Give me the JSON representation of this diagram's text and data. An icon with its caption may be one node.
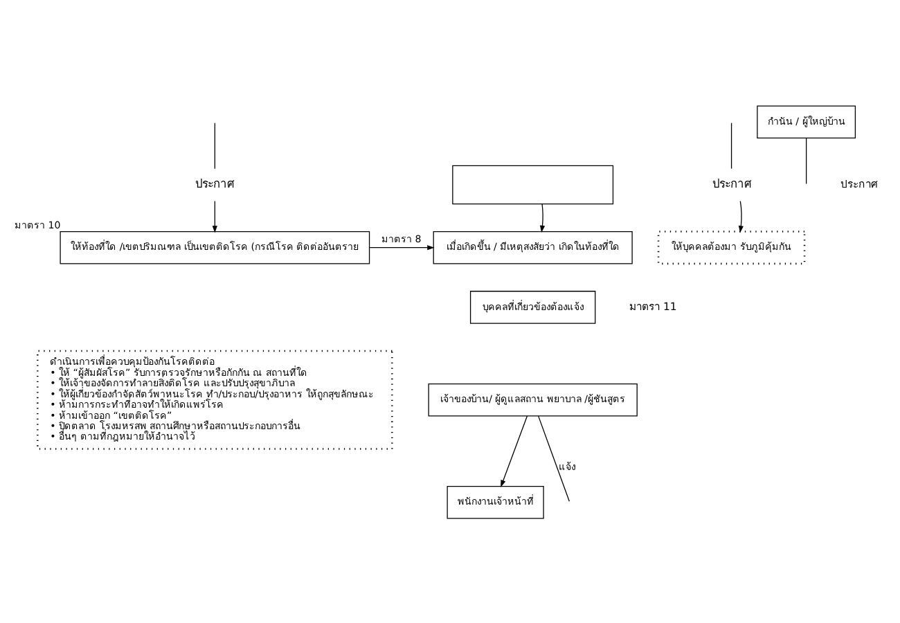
{
  "diagram": {
    "nodes": [
      {
        "text": [],
        "shape": "box"
      },
      {
        "text": [
          "ประกาศ"
        ]
      },
      {
        "text": [
          "ประกาศ"
        ]
      },
      {
        "text": [
          "ให้บุคคลต้องมา รับภูมิคุ้มกัน"
        ]
      },
      {
        "text": [
          "ให้ท้องที่ใด /เขตปริมณฑล เป็นเขตติดโรค (กรณีโรค ติดต่ออันตราย"
        ],
        "beside": [
          "มาตรา 10"
        ]
      },
      {
        "text": [
          "เมื่อเกิดขึ้น / มีเหตุสงสัยว่า เกิดในท้องที่ใด"
        ]
      },
      {
        "text": [
          "บุคคลที่เกี่ยวข้องต้องแจ้ง"
        ]
      },
      {
        "text": [
          "เจ้าของบ้าน/ ผู้ดูแลสถาน พยาบาล /ผู้ชันสูตร"
        ]
      },
      {
        "text": [
          "ดำเนินการเพื่อควบคุมป้องกันโรคติดต่อ",
          "• ให้ “ผู้สัมผัสโรค” รับการตรวจรักษาหรือกักกัน ณ สถานที่ใด",
          "• ให้เจ้าของจัดการทำลายสิ่งติดโรค และปรับปรุงสุขาภิบาล",
          "• ให้ผู้เกี่ยวข้องกำจัดสัตว์พาหนะโรค ทำ/ประกอบ/ปรุงอาหาร ให้ถูกสุขลักษณะ",
          "• ห้ามการกระทำที่อาจทำให้เกิดแพร่โรค",
          "• ห้ามเข้าออก “เขตติดโรค”",
          "• ปิดตลาด โรงมหรสพ สถานศึกษาหรือสถานประกอบการอื่น",
          "• อื่นๆ ตามที่กฎหมายให้อำนาจไว้"
        ]
      },
      {
        "text": [
          "พนักงานเจ้าหน้าที่"
        ]
      },
      {
        "text": [
          "กำนัน / ผู้ใหญ่บ้าน"
        ]
      }
    ],
    "edges": [
      {
        "from": null,
        "to": 1,
        "arrow": "none"
      },
      {
        "from": 1,
        "to": 3,
        "arrow": "to"
      },
      {
        "from": null,
        "to": 2,
        "arrow": "none"
      },
      {
        "from": 2,
        "to": 4,
        "arrow": "to"
      },
      {
        "from": 0,
        "to": 5,
        "arrow": "to"
      },
      {
        "from": 4,
        "to": 5,
        "arrow": "to",
        "label": "มาตรา 8"
      },
      {
        "from": 7,
        "to": 9,
        "arrow": "to"
      },
      {
        "from": 7,
        "to": null,
        "arrow": "none",
        "label": "แจ้ง"
      },
      {
        "from": 10,
        "to": null,
        "arrow": "none"
      }
    ],
    "labels": [
      "ประกาศ",
      "มาตรา 11"
    ]
  }
}
